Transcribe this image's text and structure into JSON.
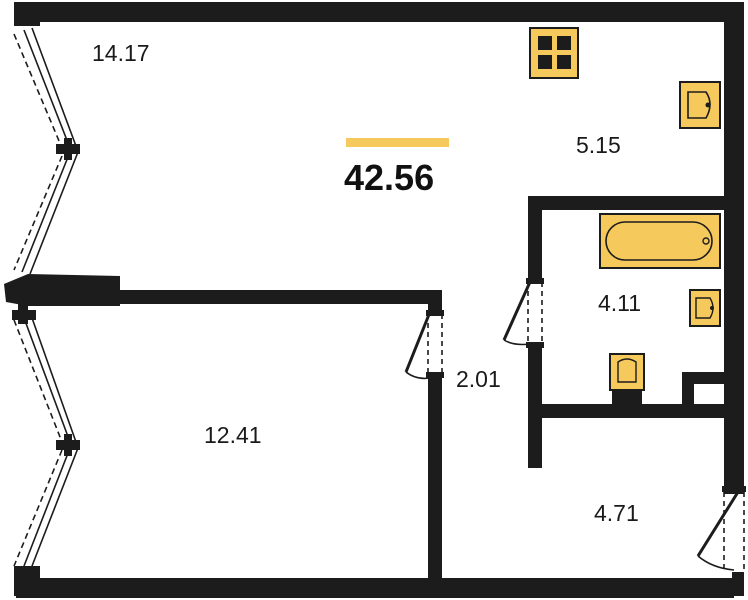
{
  "floorplan": {
    "total_area": "42.56",
    "rooms": [
      {
        "id": "living",
        "area": "14.17"
      },
      {
        "id": "kitchen",
        "area": "5.15"
      },
      {
        "id": "bathroom",
        "area": "4.11"
      },
      {
        "id": "corridor",
        "area": "2.01"
      },
      {
        "id": "bedroom",
        "area": "12.41"
      },
      {
        "id": "hall",
        "area": "4.71"
      }
    ],
    "colors": {
      "wall": "#1c1c1c",
      "fixture_fill": "#f6c95c",
      "accent": "#f6c95c",
      "background": "#ffffff"
    },
    "icons": [
      "stove-icon",
      "kitchen-sink-icon",
      "bathtub-icon",
      "washbasin-icon",
      "toilet-icon",
      "window-icon",
      "door-icon"
    ]
  }
}
